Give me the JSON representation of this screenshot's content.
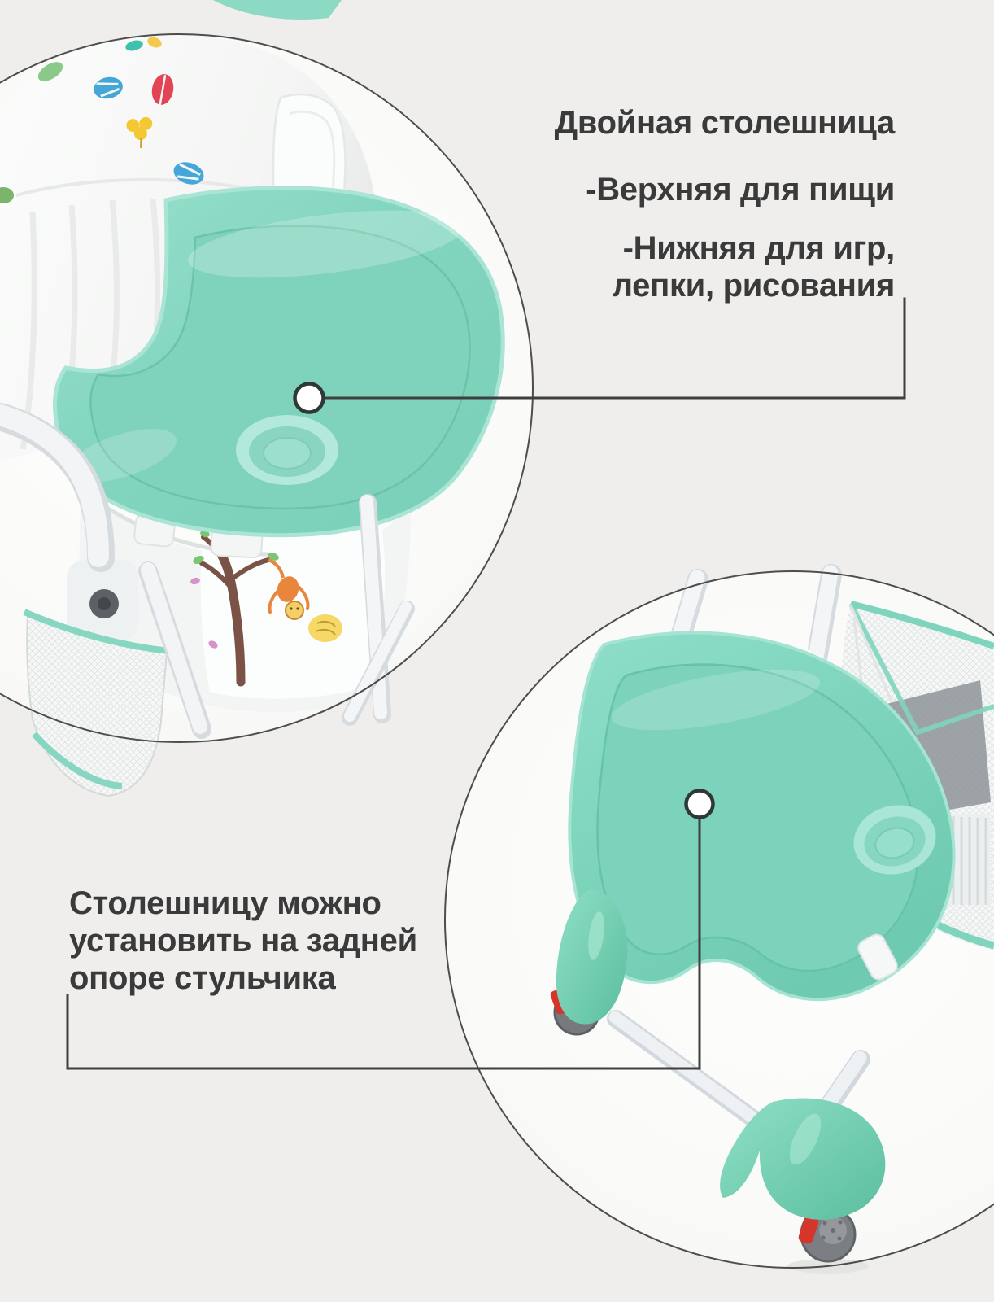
{
  "page": {
    "background_color": "#efeeec",
    "photo_circle_fill": "#fbfbfa"
  },
  "colors": {
    "accent_teal": "#81d5bf",
    "accent_teal_light": "#ade8d8",
    "callout_line": "#3f3f3f",
    "text": "#3a3a3a",
    "wheel_red": "#d6352c"
  },
  "annotations": {
    "top_callout": {
      "title": "Двойная столешница",
      "item1": "-Верхняя для пищи",
      "item2_line1": "-Нижняя для игр,",
      "item2_line2": "лепки, рисования"
    },
    "bottom_callout": {
      "line1": "Столешницу можно",
      "line2": "установить на задней",
      "line3": "опоре стульчика"
    }
  },
  "icons": {
    "callout_dot_top": "callout-dot",
    "callout_dot_bottom": "callout-dot"
  }
}
